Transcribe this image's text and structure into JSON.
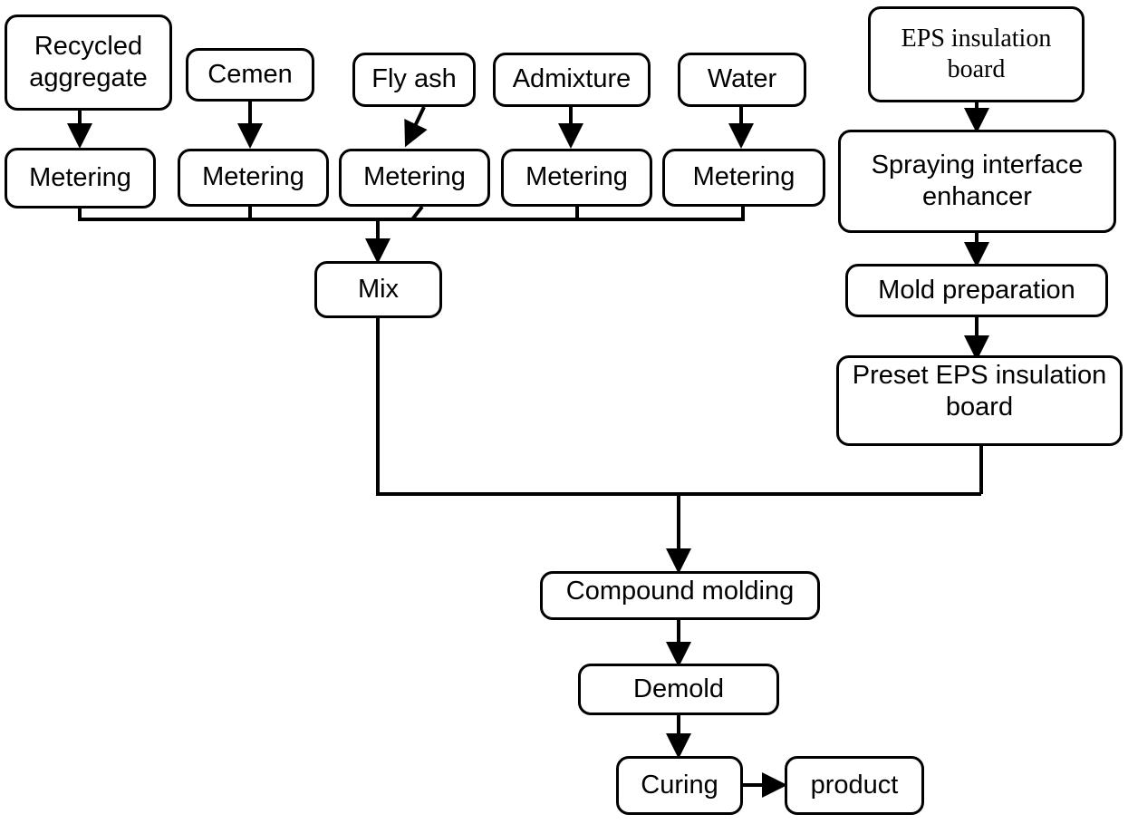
{
  "diagram": {
    "title": "Recycled aggregate EPS insulation board compound molding process flowchart",
    "type": "process-flowchart",
    "background_color": "#ffffff",
    "line_color": "#000000",
    "text_color": "#000000"
  },
  "nodes": {
    "recycled_aggregate": "Recycled aggregate",
    "cement": "Cemen",
    "fly_ash": "Fly ash",
    "admixture": "Admixture",
    "water": "Water",
    "metering_1": "Metering",
    "metering_2": "Metering",
    "metering_3": "Metering",
    "metering_4": "Metering",
    "metering_5": "Metering",
    "mix": "Mix",
    "eps_insulation_board": "EPS insulation board",
    "spraying_interface_enhancer": "Spraying interface enhancer",
    "mold_preparation": "Mold preparation",
    "preset_eps_insulation_board": "Preset EPS insulation board",
    "compound_molding": "Compound molding",
    "demold": "Demold",
    "curing": "Curing",
    "product": "product"
  },
  "flow": {
    "left_branch": [
      "Recycled aggregate -> Metering",
      "Cemen -> Metering",
      "Fly ash -> Metering",
      "Admixture -> Metering",
      "Water -> Metering",
      "All Metering -> Mix"
    ],
    "right_branch": [
      "EPS insulation board -> Spraying interface enhancer",
      "Spraying interface enhancer -> Mold preparation",
      "Mold preparation -> Preset EPS insulation board"
    ],
    "merge": [
      "Mix -> Compound molding",
      "Preset EPS insulation board -> Compound molding",
      "Compound molding -> Demold",
      "Demold -> Curing",
      "Curing -> product"
    ]
  }
}
